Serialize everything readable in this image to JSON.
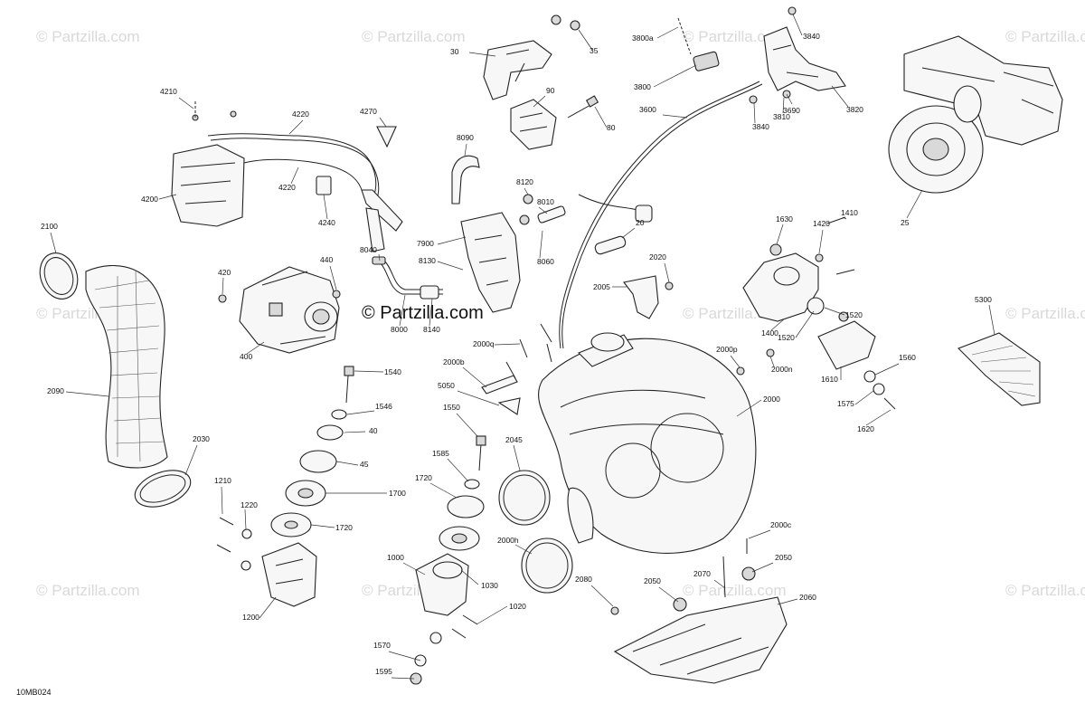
{
  "watermark_text": "© Partzilla.com",
  "center_logo_text": "© Partzilla.com",
  "diagram_code": "10MB024",
  "callouts": [
    {
      "id": "30",
      "label": "30"
    },
    {
      "id": "35",
      "label": "35"
    },
    {
      "id": "90",
      "label": "90"
    },
    {
      "id": "80",
      "label": "80"
    },
    {
      "id": "3800a",
      "label": "3800a"
    },
    {
      "id": "3800",
      "label": "3800"
    },
    {
      "id": "3600",
      "label": "3600"
    },
    {
      "id": "3840a",
      "label": "3840"
    },
    {
      "id": "3840b",
      "label": "3840"
    },
    {
      "id": "3810",
      "label": "3810"
    },
    {
      "id": "3690",
      "label": "3690"
    },
    {
      "id": "3820",
      "label": "3820"
    },
    {
      "id": "25",
      "label": "25"
    },
    {
      "id": "4210",
      "label": "4210"
    },
    {
      "id": "4220a",
      "label": "4220"
    },
    {
      "id": "4220b",
      "label": "4220"
    },
    {
      "id": "4270",
      "label": "4270"
    },
    {
      "id": "4200",
      "label": "4200"
    },
    {
      "id": "4240",
      "label": "4240"
    },
    {
      "id": "8090",
      "label": "8090"
    },
    {
      "id": "8120",
      "label": "8120"
    },
    {
      "id": "8010",
      "label": "8010"
    },
    {
      "id": "20",
      "label": "20"
    },
    {
      "id": "7900",
      "label": "7900"
    },
    {
      "id": "8130",
      "label": "8130"
    },
    {
      "id": "8060",
      "label": "8060"
    },
    {
      "id": "8040",
      "label": "8040"
    },
    {
      "id": "8000",
      "label": "8000"
    },
    {
      "id": "8140",
      "label": "8140"
    },
    {
      "id": "2100",
      "label": "2100"
    },
    {
      "id": "420",
      "label": "420"
    },
    {
      "id": "440",
      "label": "440"
    },
    {
      "id": "400",
      "label": "400"
    },
    {
      "id": "2020",
      "label": "2020"
    },
    {
      "id": "2005",
      "label": "2005"
    },
    {
      "id": "1630",
      "label": "1630"
    },
    {
      "id": "1420",
      "label": "1420"
    },
    {
      "id": "1410",
      "label": "1410"
    },
    {
      "id": "1400",
      "label": "1400"
    },
    {
      "id": "1520a",
      "label": "1520"
    },
    {
      "id": "1520b",
      "label": "1520"
    },
    {
      "id": "5300",
      "label": "5300"
    },
    {
      "id": "2000q",
      "label": "2000q"
    },
    {
      "id": "2000p",
      "label": "2000p"
    },
    {
      "id": "2000n",
      "label": "2000n"
    },
    {
      "id": "1610",
      "label": "1610"
    },
    {
      "id": "1560",
      "label": "1560"
    },
    {
      "id": "1575",
      "label": "1575"
    },
    {
      "id": "1620",
      "label": "1620"
    },
    {
      "id": "2090",
      "label": "2090"
    },
    {
      "id": "1540",
      "label": "1540"
    },
    {
      "id": "1546",
      "label": "1546"
    },
    {
      "id": "40",
      "label": "40"
    },
    {
      "id": "45",
      "label": "45"
    },
    {
      "id": "2000b",
      "label": "2000b"
    },
    {
      "id": "5050",
      "label": "5050"
    },
    {
      "id": "2000",
      "label": "2000"
    },
    {
      "id": "1550",
      "label": "1550"
    },
    {
      "id": "2030",
      "label": "2030"
    },
    {
      "id": "1585",
      "label": "1585"
    },
    {
      "id": "2045",
      "label": "2045"
    },
    {
      "id": "1720a",
      "label": "1720"
    },
    {
      "id": "1720b",
      "label": "1720"
    },
    {
      "id": "1700",
      "label": "1700"
    },
    {
      "id": "1210",
      "label": "1210"
    },
    {
      "id": "1220",
      "label": "1220"
    },
    {
      "id": "2000c",
      "label": "2000c"
    },
    {
      "id": "2000h",
      "label": "2000h"
    },
    {
      "id": "2050a",
      "label": "2050"
    },
    {
      "id": "2050b",
      "label": "2050"
    },
    {
      "id": "1000",
      "label": "1000"
    },
    {
      "id": "1030",
      "label": "1030"
    },
    {
      "id": "2070",
      "label": "2070"
    },
    {
      "id": "2080",
      "label": "2080"
    },
    {
      "id": "2060",
      "label": "2060"
    },
    {
      "id": "1200",
      "label": "1200"
    },
    {
      "id": "1020",
      "label": "1020"
    },
    {
      "id": "1570",
      "label": "1570"
    },
    {
      "id": "1595",
      "label": "1595"
    }
  ]
}
